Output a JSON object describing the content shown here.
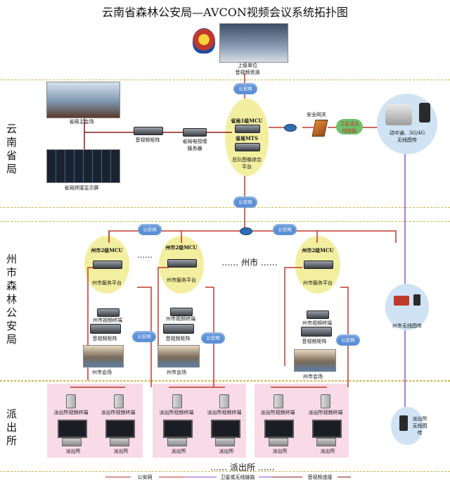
{
  "title": "云南省森林公安局—AVCON视频会议系统拓扑图",
  "regions": {
    "province": "云南省局",
    "prefecture": "州市森林公安局",
    "station": "派出所"
  },
  "top": {
    "upper_unit": "上级单位\n音视频资源"
  },
  "province": {
    "main_venue": "省局主会场",
    "matrix": "音视频矩阵",
    "tv_server": "省局电视墙\n服务器",
    "wall": "省局拼接显示屏",
    "mcu1": "省局1级MCU",
    "mts": "省局MTS",
    "mts_desc": "总队图像综合\n平台",
    "gateway": "安全网关",
    "satellite": "卫星或无\n线链路",
    "mobile": "动中通、3G/4G\n无线图传"
  },
  "clouds": {
    "police_net": "公安网"
  },
  "prefecture": {
    "mcu2": "州市2级MCU",
    "service_platform": "州市服务平台",
    "video_terminal": "州市视频终端",
    "matrix": "音视频矩阵",
    "venue": "州市会场",
    "ellipsis": "……",
    "center_text": "…… 州市 ……",
    "wireless": "州市无线图传"
  },
  "station": {
    "terminal": "派出所视频终端",
    "name": "派出所",
    "wireless": "派出所\n无线图\n传",
    "bottom_text": "…… 派出所 ……"
  },
  "legend": {
    "police_net": "公安网",
    "wireless_link": "卫星或无线链路",
    "av_link": "音视频连接"
  },
  "colors": {
    "police_net": "#c0392b",
    "wireless_link": "#9b4fd0",
    "av_link": "#8b1a1a"
  }
}
